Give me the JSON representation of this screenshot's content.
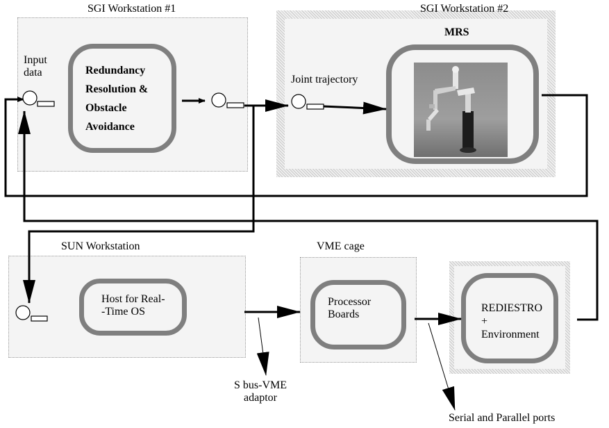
{
  "workstation1": {
    "title": "SGI Workstation #1",
    "input_label": "Input\ndata",
    "module_lines": [
      "Redundancy",
      "Resolution &",
      "Obstacle",
      "Avoidance"
    ]
  },
  "workstation2": {
    "title": "SGI Workstation #2",
    "mrs_label": "MRS",
    "joint_label": "Joint trajectory"
  },
  "sun": {
    "title": "SUN Workstation",
    "module_label": "Host for Real-\n-Time OS"
  },
  "vme": {
    "title": "VME cage",
    "module_label": "Processor\nBoards"
  },
  "rediestro": {
    "module_label": "REDIESTRO\n+\nEnvironment"
  },
  "annotations": {
    "sbus": "S bus-VME\nadaptor",
    "ports": "Serial and Parallel ports"
  },
  "colors": {
    "module_border": "#7f7f7f",
    "box_fill": "#f4f4f4",
    "hatch": "#c8c8c8"
  }
}
